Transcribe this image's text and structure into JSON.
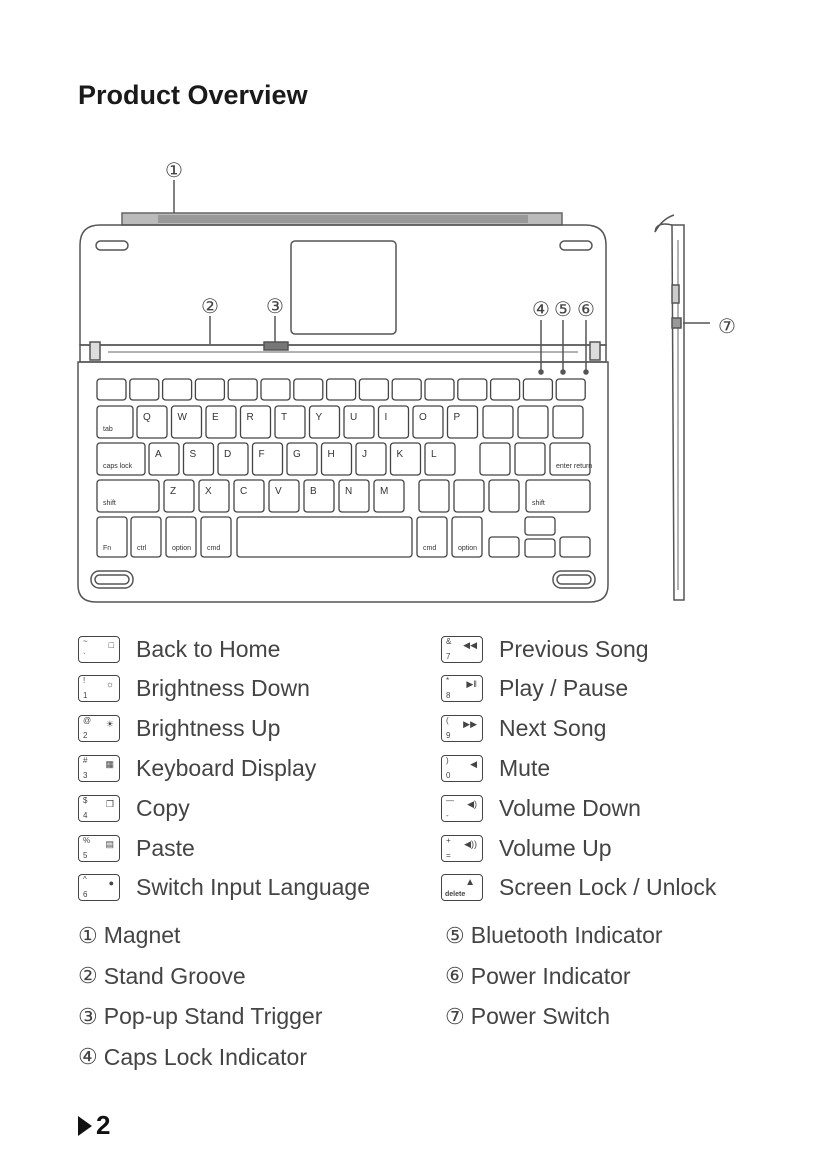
{
  "page": {
    "title": "Product Overview",
    "page_number": "2"
  },
  "diagram": {
    "markers": [
      "①",
      "②",
      "③",
      "④",
      "⑤",
      "⑥",
      "⑦"
    ],
    "keyboard_rows": [
      [
        "tab",
        "Q",
        "W",
        "E",
        "R",
        "T",
        "Y",
        "U",
        "I",
        "O",
        "P"
      ],
      [
        "caps lock",
        "A",
        "S",
        "D",
        "F",
        "G",
        "H",
        "J",
        "K",
        "L",
        "enter\nreturn"
      ],
      [
        "shift",
        "Z",
        "X",
        "C",
        "V",
        "B",
        "N",
        "M",
        "shift"
      ],
      [
        "Fn",
        "ctrl",
        "option",
        "cmd",
        "cmd",
        "option"
      ]
    ]
  },
  "legend_left": [
    {
      "key_top": "~",
      "key_bottom": "`",
      "icon": "home-square-icon",
      "label": "Back to Home"
    },
    {
      "key_top": "!",
      "key_bottom": "1",
      "icon": "sun-small-icon",
      "label": "Brightness Down"
    },
    {
      "key_top": "@",
      "key_bottom": "2",
      "icon": "sun-large-icon",
      "label": "Brightness Up"
    },
    {
      "key_top": "#",
      "key_bottom": "3",
      "icon": "keyboard-icon",
      "label": "Keyboard Display"
    },
    {
      "key_top": "$",
      "key_bottom": "4",
      "icon": "copy-icon",
      "label": "Copy"
    },
    {
      "key_top": "%",
      "key_bottom": "5",
      "icon": "paste-icon",
      "label": "Paste"
    },
    {
      "key_top": "^",
      "key_bottom": "6",
      "icon": "globe-icon",
      "label": "Switch Input Language"
    }
  ],
  "legend_right": [
    {
      "key_top": "&",
      "key_bottom": "7",
      "icon": "previous-icon",
      "label": "Previous Song"
    },
    {
      "key_top": "*",
      "key_bottom": "8",
      "icon": "play-pause-icon",
      "label": "Play / Pause"
    },
    {
      "key_top": "(",
      "key_bottom": "9",
      "icon": "next-icon",
      "label": "Next Song"
    },
    {
      "key_top": ")",
      "key_bottom": "0",
      "icon": "mute-icon",
      "label": "Mute"
    },
    {
      "key_top": "—",
      "key_bottom": "-",
      "icon": "volume-down-icon",
      "label": "Volume Down"
    },
    {
      "key_top": "+",
      "key_bottom": "=",
      "icon": "volume-up-icon",
      "label": "Volume Up"
    },
    {
      "key_top": "",
      "key_bottom": "delete",
      "icon": "lock-icon",
      "label": "Screen Lock / Unlock"
    }
  ],
  "callouts_left": [
    {
      "num": "①",
      "label": "Magnet"
    },
    {
      "num": "②",
      "label": "Stand Groove"
    },
    {
      "num": "③",
      "label": "Pop-up Stand Trigger"
    },
    {
      "num": "④",
      "label": "Caps Lock Indicator"
    }
  ],
  "callouts_right": [
    {
      "num": "⑤",
      "label": "Bluetooth Indicator"
    },
    {
      "num": "⑥",
      "label": "Power Indicator"
    },
    {
      "num": "⑦",
      "label": "Power Switch"
    }
  ]
}
